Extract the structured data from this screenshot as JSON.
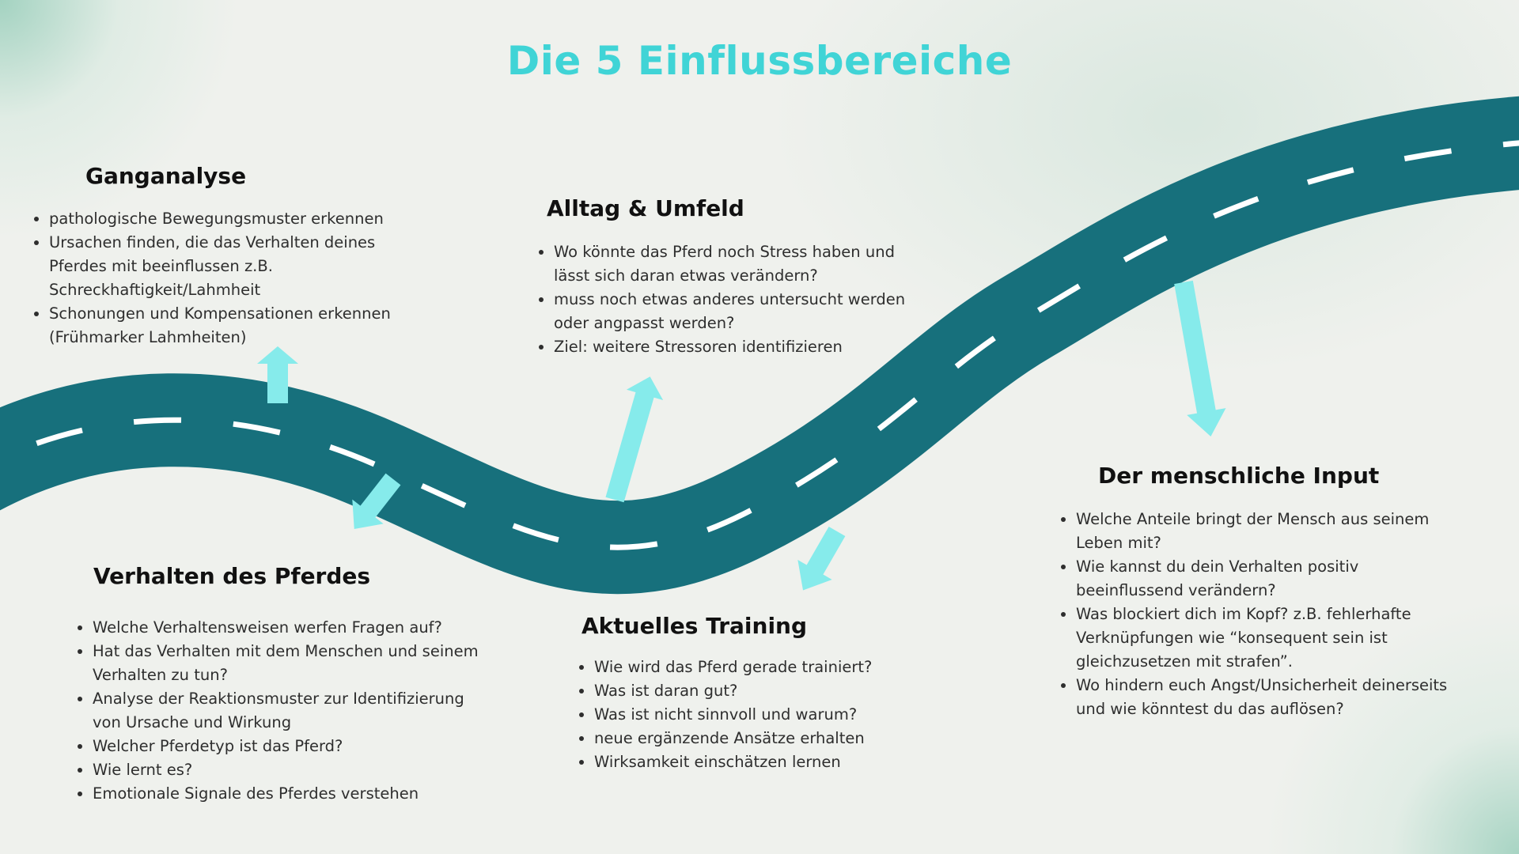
{
  "title": "Die 5 Einflussbereiche",
  "colors": {
    "road": "#17707c",
    "road_dash": "#ffffff",
    "arrow": "#86ebeb",
    "title": "#40d4d6",
    "heading": "#111111",
    "text": "#2e2e2e"
  },
  "sections": {
    "ganganalyse": {
      "heading": "Ganganalyse",
      "items": [
        "pathologische Bewegungsmuster erkennen",
        "Ursachen finden, die das Verhalten deines Pferdes mit beeinflussen z.B. Schreckhaftigkeit/Lahmheit",
        "Schonungen und Kompensationen erkennen (Frühmarker Lahmheiten)"
      ]
    },
    "alltag": {
      "heading": "Alltag & Umfeld",
      "items": [
        "Wo könnte das Pferd noch Stress haben und lässt sich daran etwas verändern?",
        "muss noch etwas anderes untersucht werden oder angpasst werden?",
        "Ziel: weitere Stressoren identifizieren"
      ]
    },
    "verhalten": {
      "heading": "Verhalten des Pferdes",
      "items": [
        "Welche Verhaltensweisen werfen Fragen auf?",
        "Hat das Verhalten mit dem Menschen und seinem Verhalten zu tun?",
        "Analyse der Reaktionsmuster zur Identifizierung von Ursache und Wirkung",
        "Welcher Pferdetyp ist das Pferd?",
        "Wie lernt es?",
        "Emotionale Signale des Pferdes verstehen"
      ]
    },
    "training": {
      "heading": "Aktuelles Training",
      "items": [
        "Wie wird das Pferd gerade trainiert?",
        "Was ist daran gut?",
        "Was ist nicht sinnvoll und warum?",
        "neue ergänzende Ansätze erhalten",
        "Wirksamkeit einschätzen lernen"
      ]
    },
    "mensch": {
      "heading": "Der menschliche Input",
      "items": [
        "Welche Anteile bringt der Mensch aus seinem Leben mit?",
        "Wie kannst du dein Verhalten positiv beeinflussend verändern?",
        "Was blockiert dich im Kopf? z.B. fehlerhafte Verknüpfungen wie “konsequent sein ist gleichzusetzen mit strafen”.",
        "Wo hindern euch Angst/Unsicherheit deinerseits und wie könntest du das auflösen?"
      ]
    }
  }
}
